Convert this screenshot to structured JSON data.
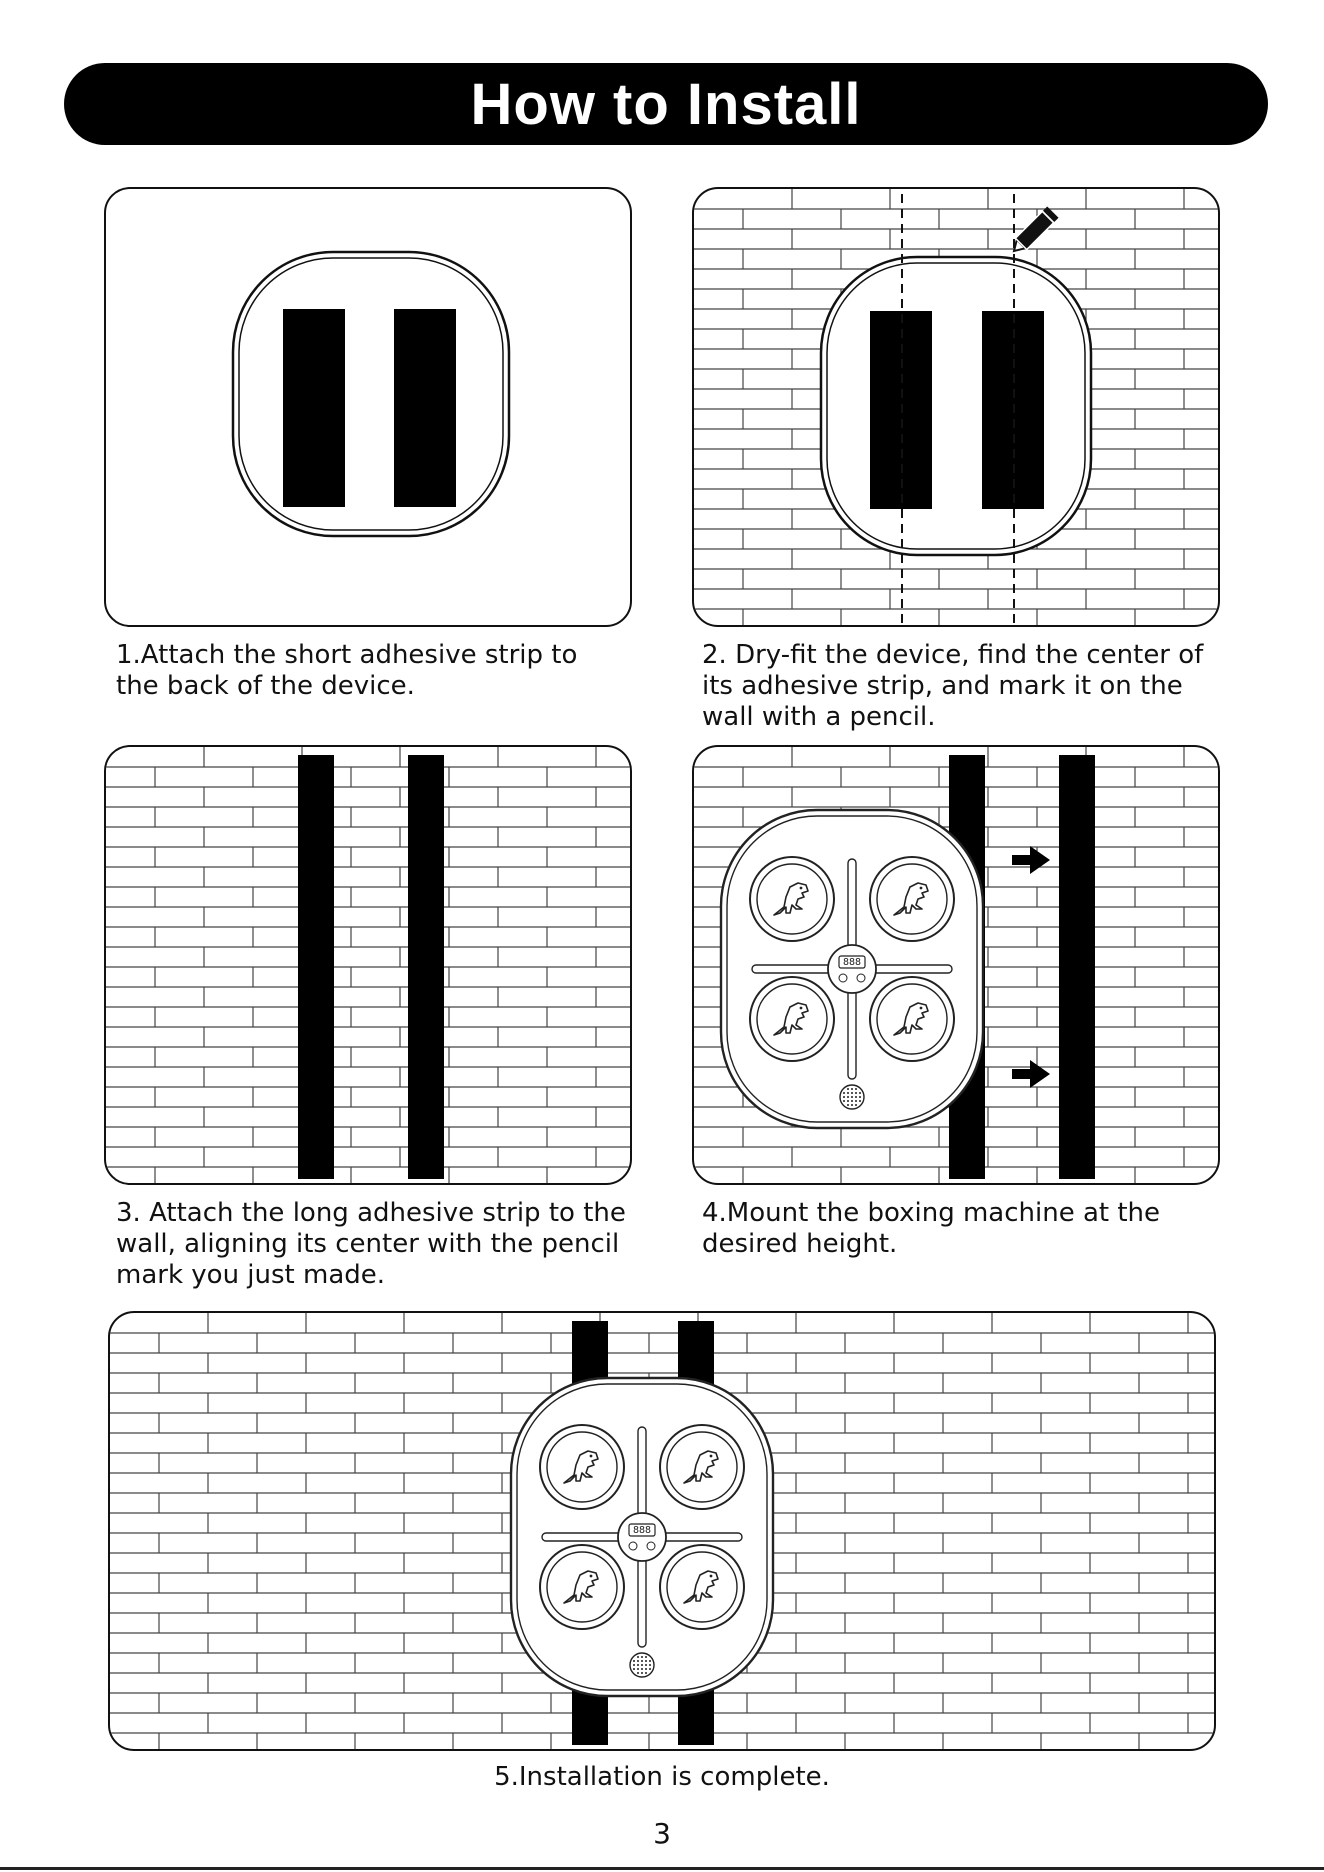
{
  "header": {
    "title": "How to Install"
  },
  "steps": [
    {
      "number": 1,
      "caption_lines": [
        "1.Attach the short adhesive strip to",
        "the back of the device."
      ]
    },
    {
      "number": 2,
      "caption_lines": [
        "2. Dry-fit the device, find the center of",
        "its adhesive strip, and mark it on the",
        "wall with a pencil."
      ]
    },
    {
      "number": 3,
      "caption_lines": [
        "3. Attach the long adhesive strip to the",
        "wall, aligning its center with the pencil",
        "mark you just made."
      ]
    },
    {
      "number": 4,
      "caption_lines": [
        "4.Mount the boxing machine at the",
        "desired height."
      ]
    },
    {
      "number": 5,
      "caption_lines": [
        "5.Installation is complete."
      ]
    }
  ],
  "footer": {
    "page_number": "3"
  },
  "device": {
    "display_readout": "888"
  },
  "icons": [
    "pencil-icon",
    "arrow-right-icon",
    "dinosaur-icon",
    "speaker-grille-icon"
  ],
  "colors": {
    "ink": "#000000",
    "paper": "#ffffff",
    "brick_line": "#444444"
  }
}
